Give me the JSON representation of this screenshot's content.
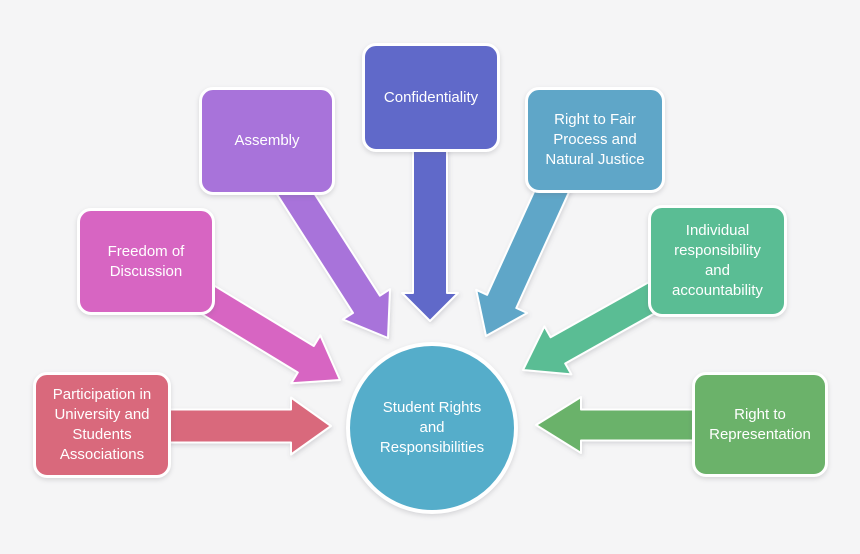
{
  "diagram": {
    "background_color": "#f5f5f6",
    "text_color": "#ffffff",
    "center": {
      "label": "Student Rights\nand\nResponsibilities",
      "color": "#55adca"
    },
    "items": [
      {
        "id": "participation",
        "label": "Participation in\nUniversity and\nStudents\nAssociations",
        "color": "#d9697c"
      },
      {
        "id": "freedom-of-discussion",
        "label": "Freedom of\nDiscussion",
        "color": "#d765c2"
      },
      {
        "id": "assembly",
        "label": "Assembly",
        "color": "#a873da"
      },
      {
        "id": "confidentiality",
        "label": "Confidentiality",
        "color": "#6069c9"
      },
      {
        "id": "fair-process",
        "label": "Right to Fair\nProcess and\nNatural Justice",
        "color": "#5fa6c8"
      },
      {
        "id": "individual-responsibility",
        "label": "Individual\nresponsibility\nand\naccountability",
        "color": "#5abd94"
      },
      {
        "id": "representation",
        "label": "Right to\nRepresentation",
        "color": "#6bb26a"
      }
    ]
  }
}
